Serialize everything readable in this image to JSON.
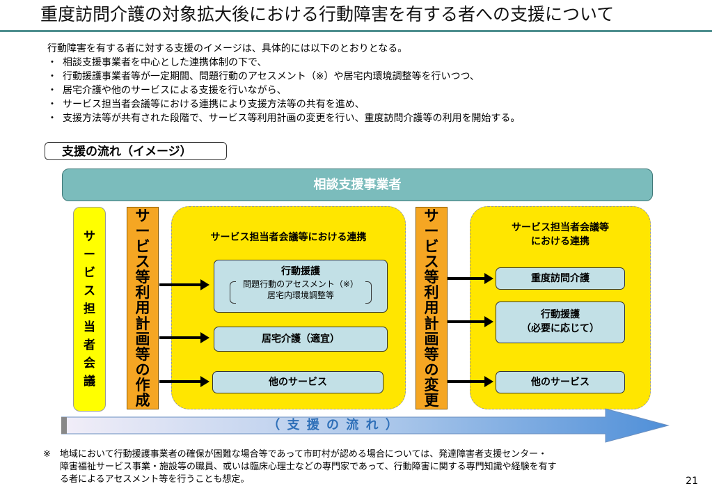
{
  "title": "重度訪問介護の対象拡大後における行動障害を有する者への支援について",
  "intro": "行動障害を有する者に対する支援のイメージは、具体的には以下のとおりとなる。",
  "bullet_mark": "・",
  "bullets": [
    "相談支援事業者を中心とした連携体制の下で、",
    "行動援護事業者等が一定期間、問題行動のアセスメント（※）や居宅内環境調整等を行いつつ、",
    "居宅介護や他のサービスによる支援を行いながら、",
    "サービス担当者会議等における連携により支援方法等の共有を進め、",
    "支援方法等が共有された段階で、サービス等利用計画の変更を行い、重度訪問介護等の利用を開始する。"
  ],
  "flow_label": "支援の流れ（イメージ）",
  "diagram": {
    "agency": "相談支援事業者",
    "meeting_col": [
      "サ",
      "ー",
      "ビ",
      "ス",
      "担",
      "当",
      "者",
      "会",
      "議"
    ],
    "plan_create_col": [
      "サ",
      "ー",
      "ビ",
      "ス",
      "等",
      "利",
      "用",
      "計",
      "画",
      "等",
      "の",
      "作",
      "成"
    ],
    "plan_change_col": [
      "サ",
      "ー",
      "ビ",
      "ス",
      "等",
      "利",
      "用",
      "計",
      "画",
      "等",
      "の",
      "変",
      "更"
    ],
    "left_region_title": "サービス担当者会議等における連携",
    "left_services": {
      "behavior_support": "行動援護",
      "behavior_detail_1": "問題行動のアセスメント（※）",
      "behavior_detail_2": "居宅内環境調整等",
      "home_care": "居宅介護（適宜）",
      "other": "他のサービス"
    },
    "right_region_title_1": "サービス担当者会議等",
    "right_region_title_2": "における連携",
    "right_services": {
      "severe_visit": "重度訪問介護",
      "behavior_support": "行動援護",
      "behavior_note": "（必要に応じて）",
      "other": "他のサービス"
    },
    "flow_arrow": "（ 支 援 の 流 れ ）"
  },
  "footnote": {
    "mark": "※",
    "line1": "地域において行動援護事業者の確保が困難な場合等であって市町村が認める場合については、発達障害者支援センター・",
    "line2": "障害福祉サービス事業・施設等の職員、或いは臨床心理士などの専門家であって、行動障害に関する専門知識や経験を有す",
    "line3": "る者によるアセスメント等を行うことも想定。"
  },
  "page_number": "21",
  "colors": {
    "rule": "#4f8f8f",
    "agency": "#7bbcbc",
    "region": "#ffe600",
    "plan": "#f5a623",
    "service": "#c2e0e6",
    "flow_arrow": "#5b9bd5"
  }
}
